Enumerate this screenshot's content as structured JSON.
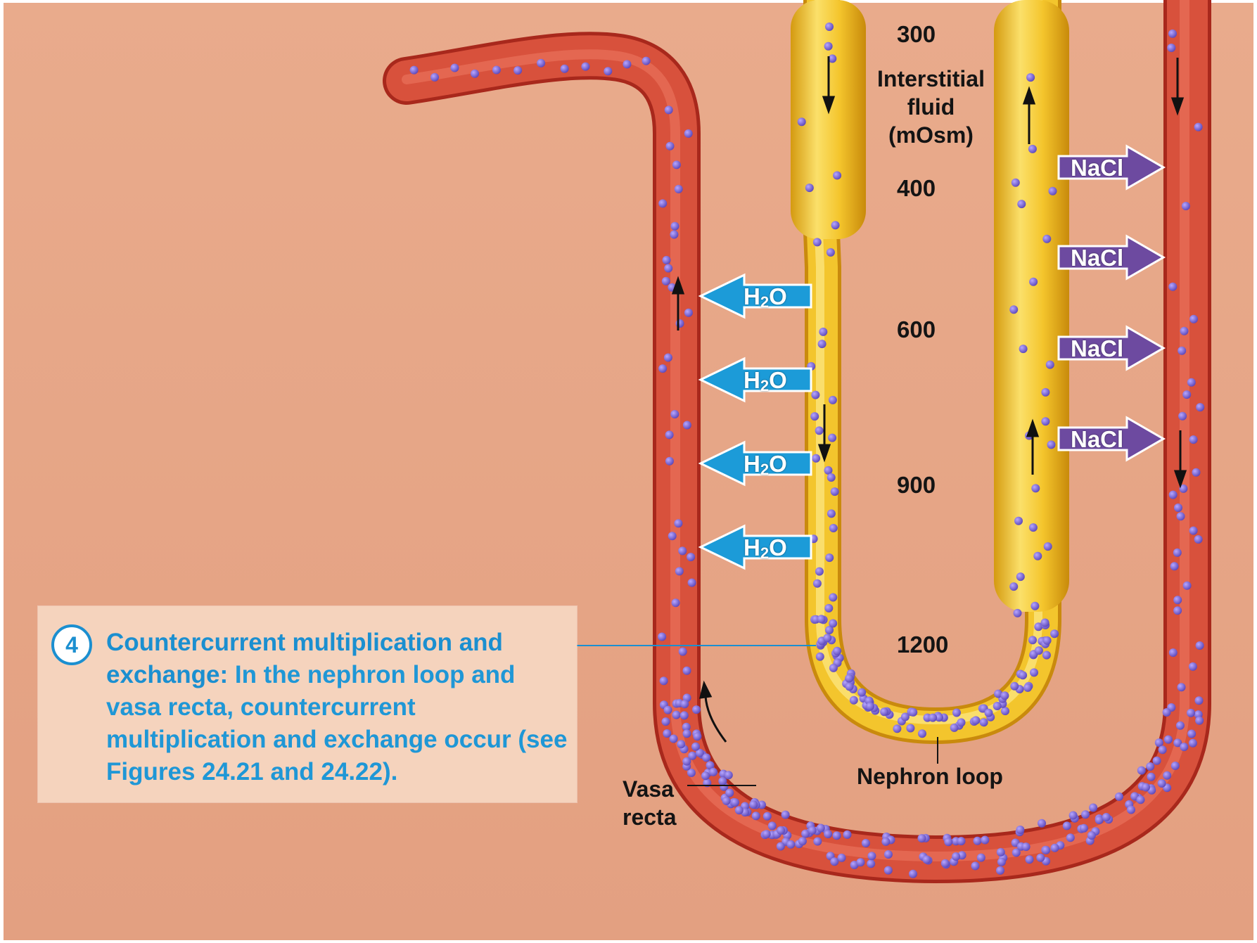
{
  "osmolarity_labels": [
    "300",
    "400",
    "600",
    "900",
    "1200"
  ],
  "interstitial_label": [
    "Interstitial",
    "fluid",
    "(mOsm)"
  ],
  "water_label": {
    "main": "H",
    "sub": "2",
    "tail": "O"
  },
  "nacl_label": "NaCl",
  "vasa_recta_label": [
    "Vasa",
    "recta"
  ],
  "nephron_loop_label": "Nephron loop",
  "step": {
    "number": "4",
    "title": "Countercurrent multiplication and exchange:",
    "body": "In the nephron loop and vasa recta, countercurrent multiplication and exchange occur (see Figures 24.21 and 24.22)."
  },
  "colors": {
    "background": "#e7a586",
    "vessel": "#d8513c",
    "tubule": "#f2c129",
    "water_arrow": "#1c9bd8",
    "nacl_arrow": "#6d4aa0",
    "callout_text": "#1b8fd0"
  }
}
